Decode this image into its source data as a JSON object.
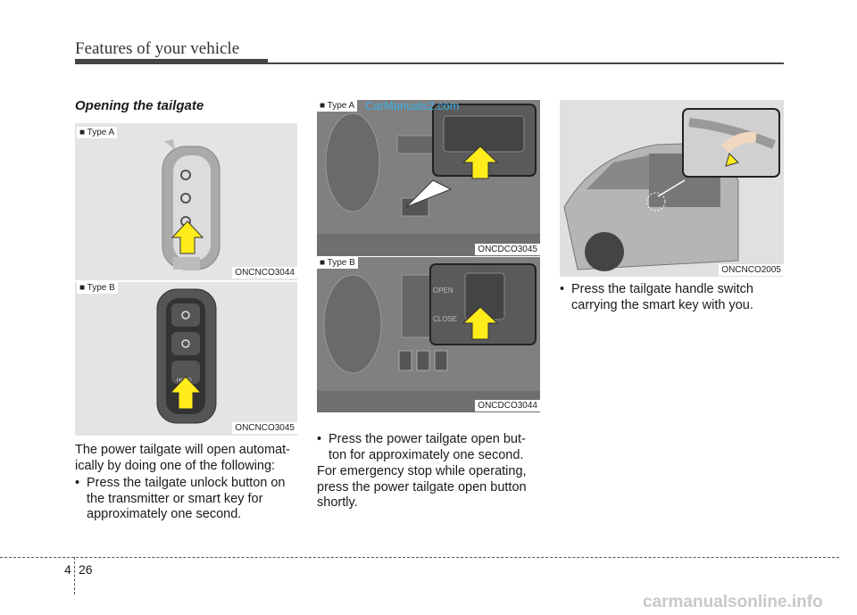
{
  "header": {
    "title": "Features of your vehicle"
  },
  "section": {
    "heading": "Opening the tailgate"
  },
  "figures": {
    "key_a": {
      "label": "■ Type A",
      "code": "ONCNCO3044"
    },
    "key_b": {
      "label": "■ Type B",
      "code": "ONCNCO3045"
    },
    "switch_a": {
      "label": "■ Type A",
      "code": "ONCDCO3045"
    },
    "switch_b": {
      "label": "■ Type B",
      "code": "ONCDCO3044"
    },
    "car": {
      "code": "ONCNCO2005"
    },
    "switch_b_button_text": {
      "open": "OPEN",
      "close": "CLOSE"
    },
    "key_b_button_text": "HOLD"
  },
  "col1": {
    "intro": "The power tailgate will open automat-ically by doing one of the following:",
    "bullet1": "Press the tailgate unlock button on the transmitter or smart key for approximately one second."
  },
  "col2": {
    "bullet1": "Press the power tailgate open but-ton for approximately one second.",
    "para": "For emergency stop while operating, press the power tailgate open button shortly."
  },
  "col3": {
    "bullet1": "Press the tailgate handle switch carrying the smart key with you."
  },
  "bullet_symbol": "•",
  "footer": {
    "chapter": "4",
    "page": "26"
  },
  "watermarks": {
    "top": "CarManuals2.com",
    "bottom": "carmanualsonline.info"
  }
}
